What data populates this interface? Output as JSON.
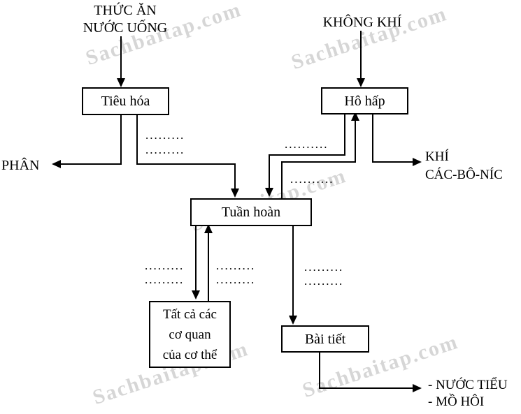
{
  "diagram": {
    "inputs": {
      "food_water": {
        "line1": "THỨC ĂN",
        "line2": "NƯỚC UỐNG"
      },
      "air": "KHÔNG KHÍ"
    },
    "organs": {
      "digestion": "Tiêu hóa",
      "respiration": "Hô hấp",
      "circulation": "Tuần hoàn",
      "all_organs": {
        "line1": "Tất cả các",
        "line2": "cơ quan",
        "line3": "của cơ thể"
      },
      "excretion": "Bài tiết"
    },
    "outputs": {
      "feces": "PHÂN",
      "co2": {
        "line1": "KHÍ",
        "line2": "CÁC-BÔ-NÍC"
      },
      "excretion_products": {
        "line1": "- NƯỚC TIỂU",
        "line2": "- MỒ HÔI"
      }
    },
    "blanks": {
      "dots9": ".........",
      "dots10": ".........."
    }
  },
  "watermark": {
    "text": "Sachbaitap.com",
    "color_hex": "#c9c9c9"
  },
  "colors": {
    "line": "#000000",
    "background": "#ffffff",
    "box_border": "#000000"
  }
}
